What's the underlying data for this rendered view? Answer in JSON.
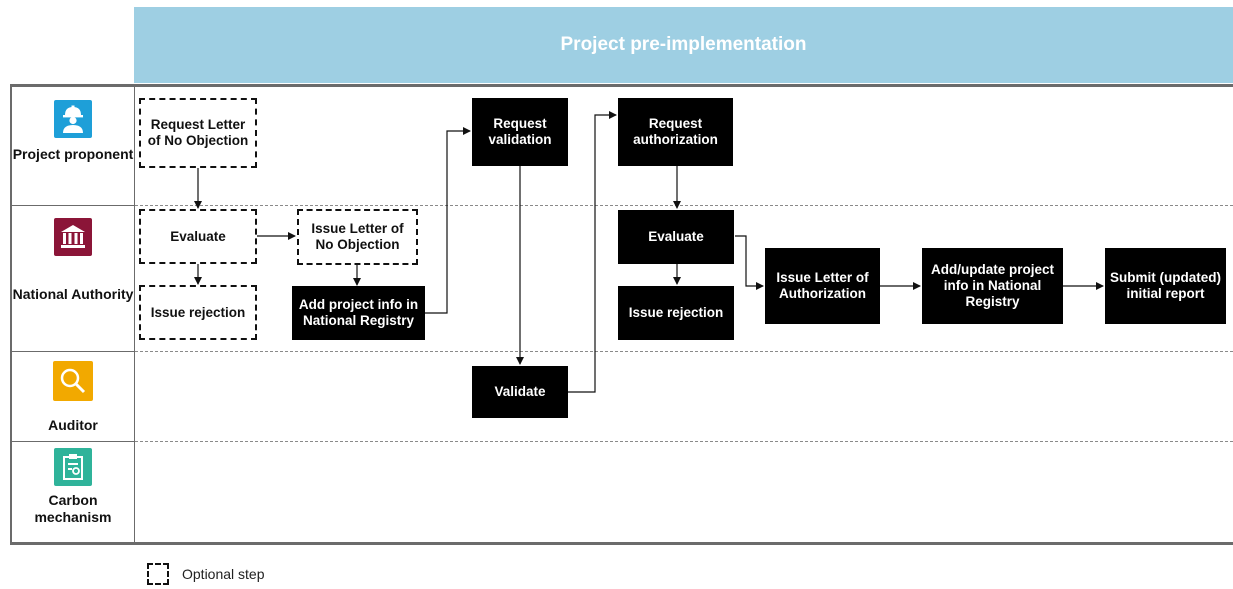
{
  "header": {
    "title": "Project pre-implementation",
    "color": "#9ecfe3"
  },
  "lanes": [
    {
      "label": "Project proponent",
      "icon": "worker-icon",
      "icon_color": "#1e9fd8"
    },
    {
      "label": "National Authority",
      "icon": "bank-building-icon",
      "icon_color": "#8b1538"
    },
    {
      "label": "Auditor",
      "icon": "magnifier-icon",
      "icon_color": "#f2a900"
    },
    {
      "label": "Carbon mechanism",
      "icon": "clipboard-certificate-icon",
      "icon_color": "#2fb39a"
    }
  ],
  "steps": {
    "request_lono": "Request Letter of No Objection",
    "evaluate_1": "Evaluate",
    "issue_rejection_1": "Issue rejection",
    "issue_lono": "Issue Letter of No Objection",
    "add_project_info": "Add project info in National Registry",
    "request_validation": "Request validation",
    "validate": "Validate",
    "request_authorization": "Request authorization",
    "evaluate_2": "Evaluate",
    "issue_rejection_2": "Issue rejection",
    "issue_loa": "Issue Letter of Authorization",
    "add_update_info": "Add/update project info in National Registry",
    "submit_report": "Submit (updated) initial report"
  },
  "legend": {
    "optional_label": "Optional step"
  }
}
